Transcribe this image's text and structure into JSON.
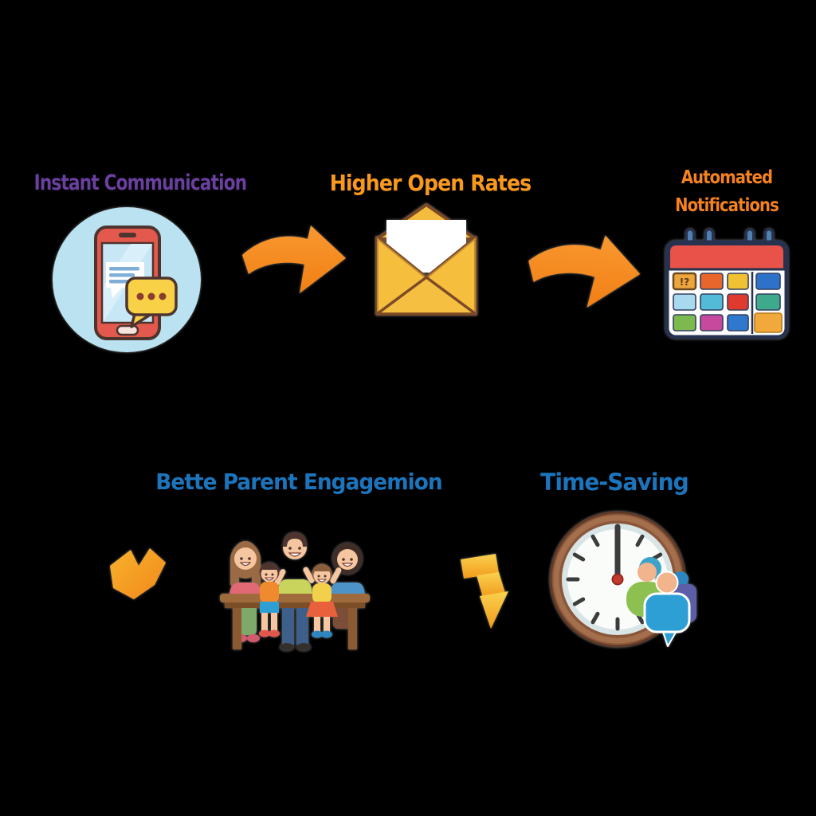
{
  "page": {
    "type": "benefits-flow-infographic",
    "background_color": "#000000"
  },
  "colors": {
    "purple_label": "#6B3FA0",
    "orange_label": "#F8981D",
    "orange_label_2": "#F58220",
    "blue_label": "#1C75BC",
    "arrow_orange": "#F6871E",
    "phone_circle_bg": "#BAE2F1",
    "phone_body_red": "#E4594D",
    "speech_bubble_yellow": "#F8D147",
    "envelope_yellow": "#F7C843",
    "envelope_outline_brown": "#7C4A26",
    "calendar_header_red": "#E85248",
    "calendar_outline_navy": "#26324F",
    "clock_rim_brown": "#8A573B",
    "clock_center_red": "#C23B2A"
  },
  "steps": [
    {
      "label": "Instant Communication",
      "label_color": "#6B3FA0",
      "icon": "phone-chat-icon"
    },
    {
      "label": "Higher Open Rates",
      "label_color": "#F8981D",
      "icon": "open-envelope-icon"
    },
    {
      "label": "Automated Notifications",
      "label_color": "#F58220",
      "icon": "calendar-icon"
    },
    {
      "label": "Bette Parent Engagemion",
      "label_color": "#1C75BC",
      "icon": "family-at-table-icon"
    },
    {
      "label": "Time-Saving",
      "label_color": "#1C75BC",
      "icon": "clock-with-people-icon"
    }
  ],
  "connectors": [
    {
      "name": "arrow-1",
      "style": "curved-right",
      "color": "#F6871E"
    },
    {
      "name": "arrow-2",
      "style": "curved-right",
      "color": "#F6871E"
    },
    {
      "name": "arrow-3",
      "style": "bent-down",
      "color": "#F59B22"
    },
    {
      "name": "arrow-4",
      "style": "zigzag-down",
      "color": "#F7A72E"
    }
  ],
  "calendar_glyph": "!?"
}
